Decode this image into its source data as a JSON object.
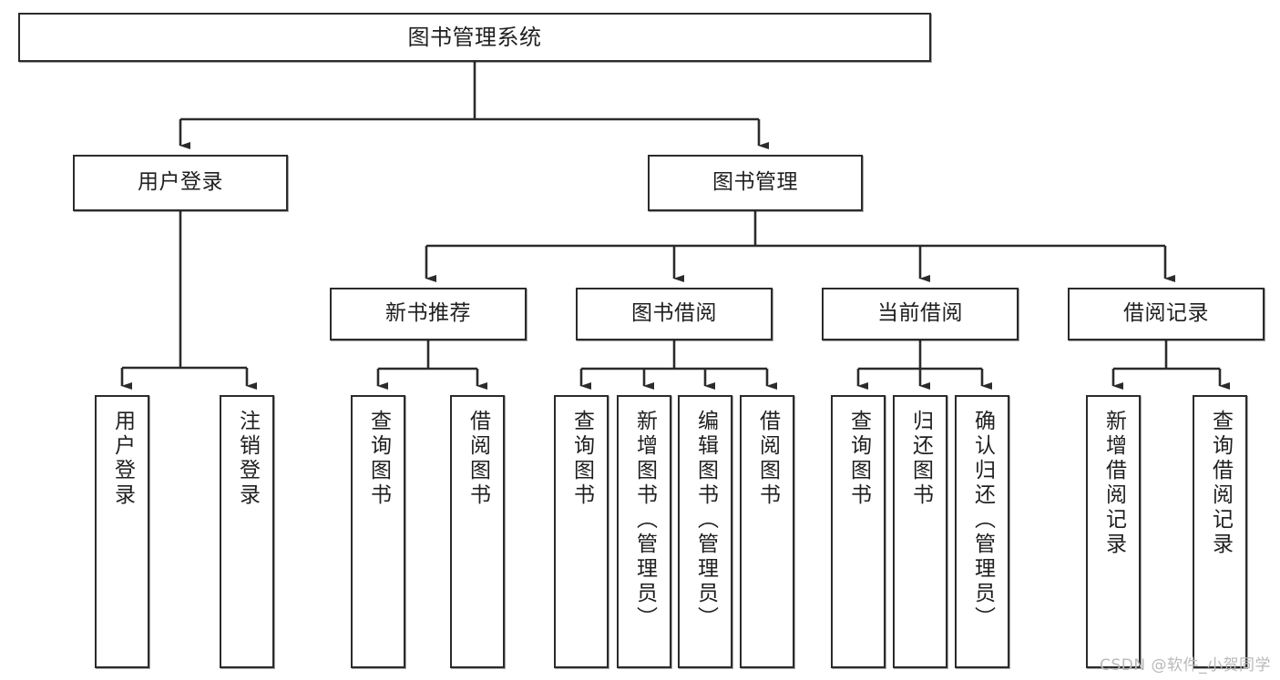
{
  "diagram": {
    "type": "tree-hierarchy",
    "title": "图书管理系统",
    "watermark": "CSDN @软件_小贺同学",
    "colors": {
      "box_border": "#2b2b2b",
      "box_fill": "#ffffff",
      "connector": "#2b2b2b",
      "text": "#1f1f1f",
      "watermark": "#b9b9b9",
      "background": "#ffffff"
    },
    "root": {
      "label": "图书管理系统"
    },
    "level2": [
      {
        "label": "用户登录"
      },
      {
        "label": "图书管理"
      }
    ],
    "level3": [
      {
        "label": "新书推荐"
      },
      {
        "label": "图书借阅"
      },
      {
        "label": "当前借阅"
      },
      {
        "label": "借阅记录"
      }
    ],
    "leaves": {
      "user_login": [
        {
          "label": "用户登录"
        },
        {
          "label": "注销登录"
        }
      ],
      "new_book": [
        {
          "label": "查询图书"
        },
        {
          "label": "借阅图书"
        }
      ],
      "book_borrow": [
        {
          "label": "查询图书"
        },
        {
          "label": "新增图书（管理员）"
        },
        {
          "label": "编辑图书（管理员）"
        },
        {
          "label": "借阅图书"
        }
      ],
      "current_borrow": [
        {
          "label": "查询图书"
        },
        {
          "label": "归还图书"
        },
        {
          "label": "确认归还（管理员）"
        }
      ],
      "borrow_record": [
        {
          "label": "新增借阅记录"
        },
        {
          "label": "查询借阅记录"
        }
      ]
    }
  }
}
